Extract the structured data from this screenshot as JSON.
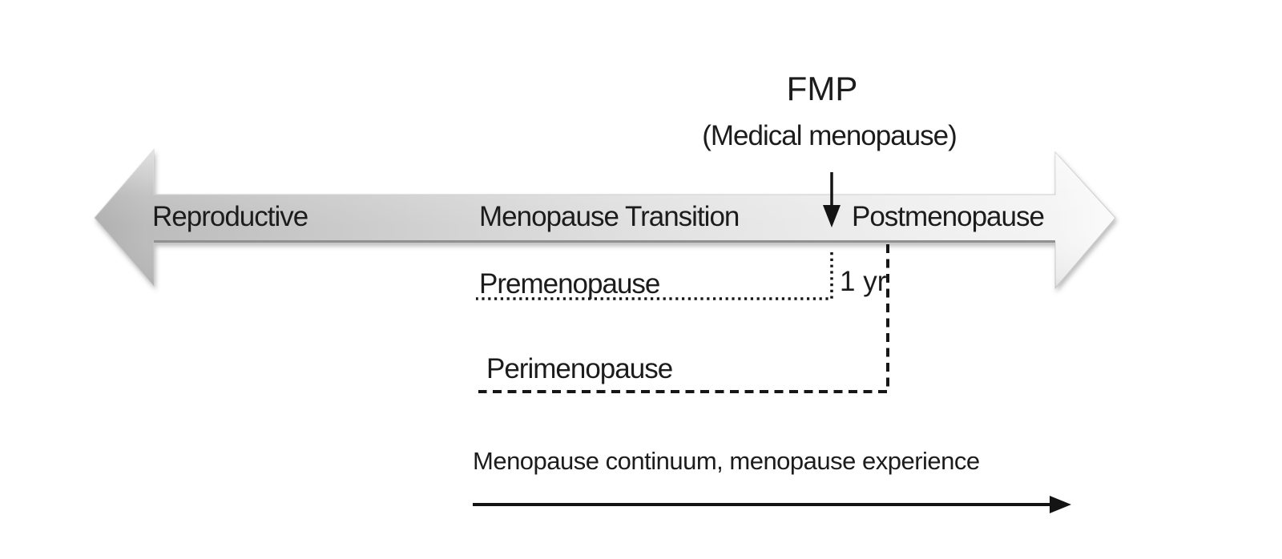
{
  "fmp": {
    "title": "FMP",
    "subtitle": "(Medical menopause)"
  },
  "timeline": {
    "reproductive": "Reproductive",
    "transition": "Menopause Transition",
    "postmenopause": "Postmenopause"
  },
  "spans": {
    "premenopause": "Premenopause",
    "one_year": "1 yr",
    "perimenopause": "Perimenopause"
  },
  "continuum": {
    "label": "Menopause continuum, menopause experience"
  },
  "colors": {
    "background": "#ffffff",
    "text": "#1c1c1c",
    "line": "#141414",
    "arrow_gradient_left": "#b0b0b0",
    "arrow_gradient_right": "#fbfbfb",
    "arrow_bottom_edge": "#909090"
  }
}
